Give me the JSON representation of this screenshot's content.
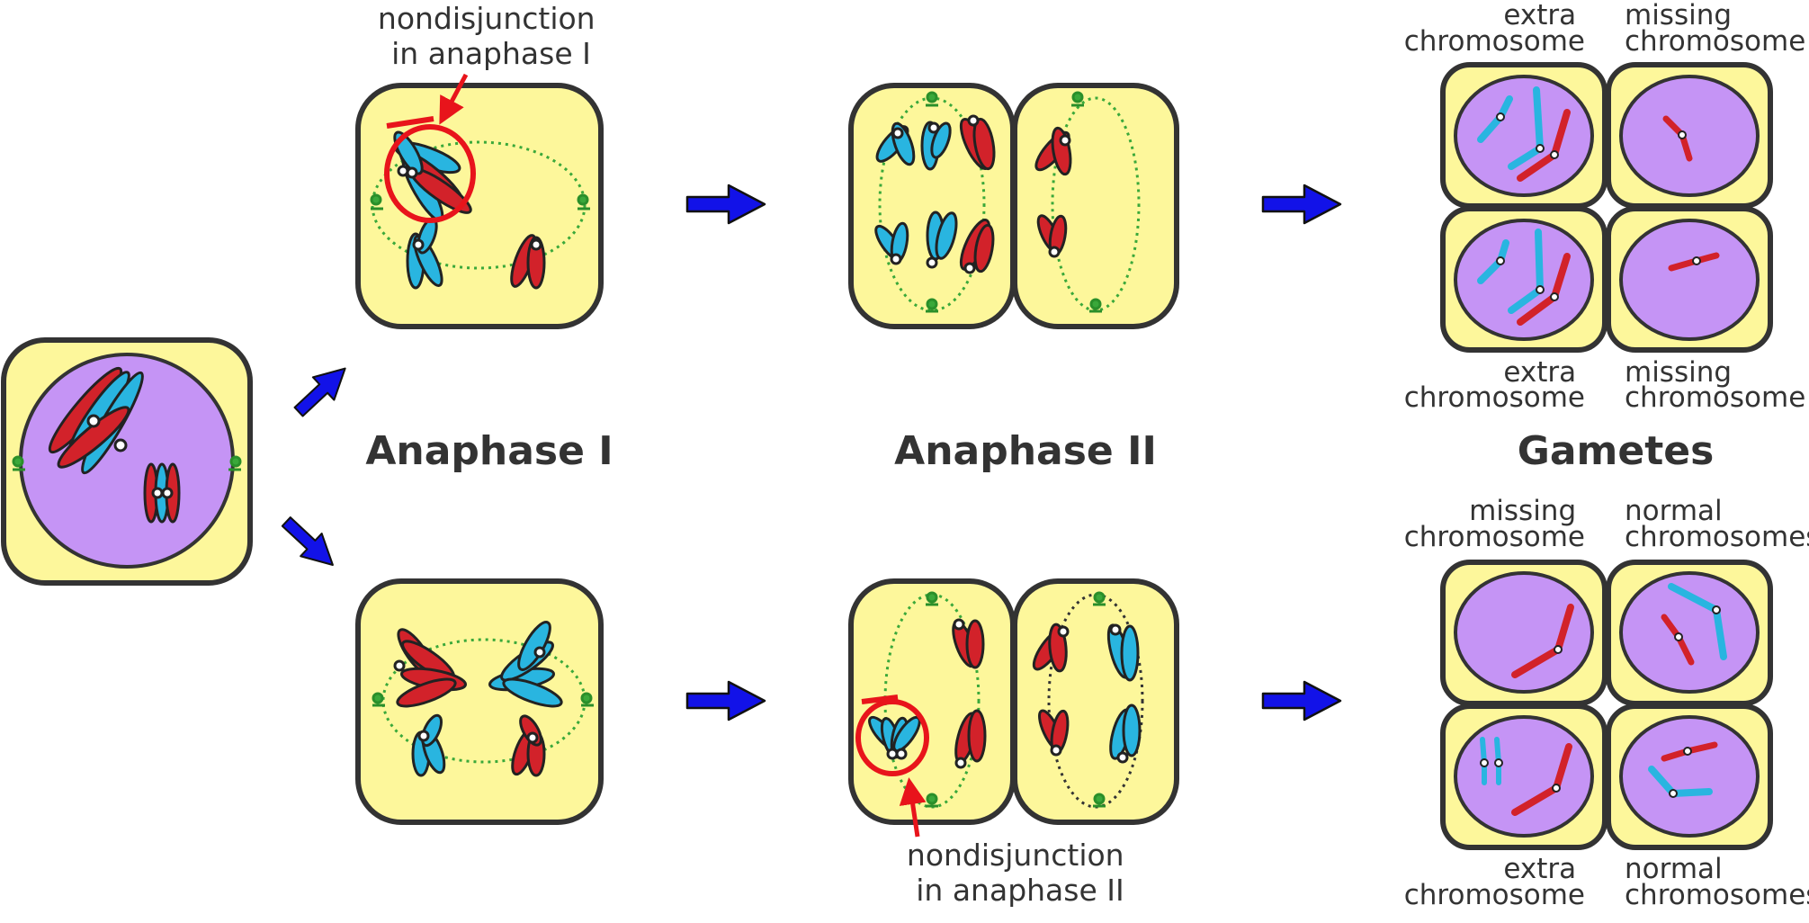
{
  "stages": {
    "anaphase_1": "Anaphase I",
    "anaphase_2": "Anaphase II",
    "gametes": "Gametes"
  },
  "annotations": {
    "nondisjunction_1": [
      "nondisjunction",
      "in anaphase I"
    ],
    "nondisjunction_2": [
      "nondisjunction",
      "in anaphase II"
    ]
  },
  "gamete_labels": {
    "top_row1_left": [
      "extra",
      "chromosome"
    ],
    "top_row1_right": [
      "missing",
      "chromosome"
    ],
    "top_row2_left": [
      "extra",
      "chromosome"
    ],
    "top_row2_right": [
      "missing",
      "chromosome"
    ],
    "bottom_row1_left": [
      "missing",
      "chromosome"
    ],
    "bottom_row1_right": [
      "normal",
      "chromosomes"
    ],
    "bottom_row2_left": [
      "extra",
      "chromosome"
    ],
    "bottom_row2_right": [
      "normal",
      "chromosomes"
    ]
  },
  "colors": {
    "cell_fill": "#fdf79b",
    "nucleus_fill": "#c594f5",
    "outline": "#333333",
    "chromosome_red": "#d2222a",
    "chromosome_blue": "#29b5e0",
    "spindle": "#3aa83a",
    "arrow": "#1212e8",
    "highlight": "#e8141b"
  }
}
